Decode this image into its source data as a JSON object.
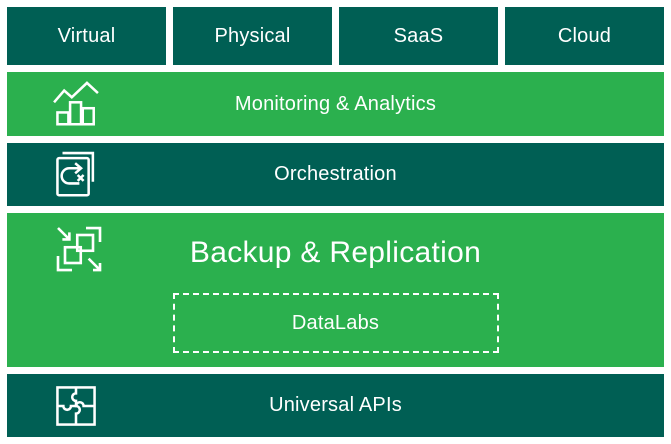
{
  "diagram": {
    "workloads": [
      {
        "label": "Virtual"
      },
      {
        "label": "Physical"
      },
      {
        "label": "SaaS"
      },
      {
        "label": "Cloud"
      }
    ],
    "layers": {
      "monitoring": {
        "label": "Monitoring & Analytics",
        "icon": "analytics-chart-icon"
      },
      "orchestration": {
        "label": "Orchestration",
        "icon": "runbook-loop-icon"
      },
      "backup": {
        "label": "Backup & Replication",
        "icon": "replication-squares-icon",
        "sublayer": {
          "label": "DataLabs"
        }
      },
      "apis": {
        "label": "Universal APIs",
        "icon": "puzzle-icon"
      }
    }
  },
  "colors": {
    "teal": "#005F54",
    "green": "#2BB04E",
    "page_background": "#FFFFFF",
    "text": "#FFFFFF"
  }
}
